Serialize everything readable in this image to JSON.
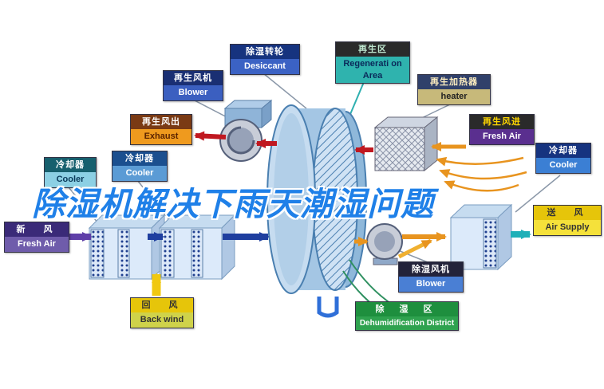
{
  "title": "除湿机解决下雨天潮湿问题",
  "labels": {
    "desiccant": {
      "zh": "除湿转轮",
      "en": "Desiccant"
    },
    "regeneration": {
      "zh": "再生区",
      "en": "Regenerati on Area"
    },
    "regen_fan": {
      "zh": "再生风机",
      "en": "Blower"
    },
    "regen_heater": {
      "zh": "再生加热器",
      "en": "heater"
    },
    "regen_out": {
      "zh": "再生风出",
      "en": "Exhaust"
    },
    "regen_in": {
      "zh": "再生风进",
      "en": "Fresh Air"
    },
    "cooler_left": {
      "zh": "冷却器",
      "en": "Cooler"
    },
    "cooler_mid": {
      "zh": "冷却器",
      "en": "Cooler"
    },
    "cooler_right": {
      "zh": "冷却器",
      "en": "Cooler"
    },
    "fresh_air": {
      "zh": "新　风",
      "en": "Fresh Air"
    },
    "air_supply": {
      "zh": "送　风",
      "en": "Air Supply"
    },
    "back_wind": {
      "zh": "回　风",
      "en": "Back wind"
    },
    "dehumid_fan": {
      "zh": "除湿风机",
      "en": "Blower"
    },
    "dehumid_zone": {
      "zh": "除 湿 区",
      "en": "Dehumidification District"
    }
  },
  "colors": {
    "title_blue": "#1f80e8",
    "arrow_red": "#c01820",
    "arrow_orange": "#e8941f",
    "arrow_yellow": "#f0c810",
    "arrow_navy": "#1f3f9f",
    "arrow_purple": "#5f3fa8",
    "arrow_teal": "#1fb0b8",
    "arrow_blue": "#2f6fd8",
    "rotor_blue": "#a4c6e4",
    "stream_green": "#2e9060"
  }
}
